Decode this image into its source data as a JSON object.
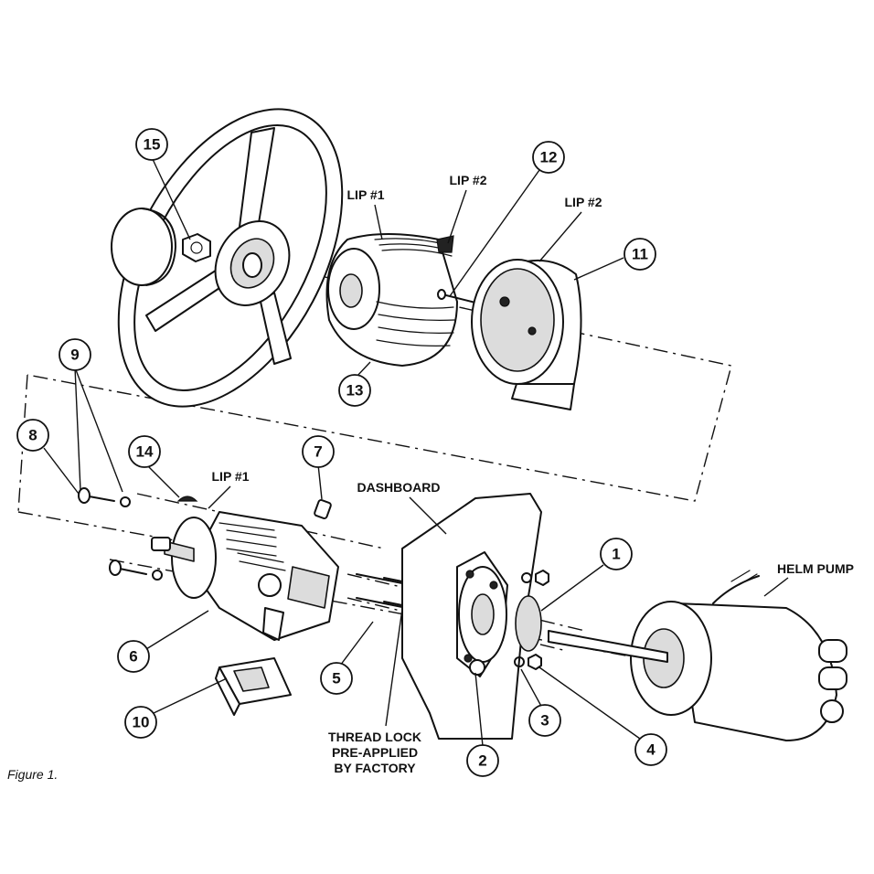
{
  "figure": {
    "caption": "Figure 1."
  },
  "labels": {
    "lip1_top": "LIP #1",
    "lip2_top": "LIP #2",
    "lip2_bezel": "LIP #2",
    "lip1_helm": "LIP #1",
    "dashboard": "DASHBOARD",
    "helm_pump": "HELM PUMP",
    "thread_lock_line1": "THREAD LOCK",
    "thread_lock_line2": "PRE-APPLIED",
    "thread_lock_line3": "BY FACTORY"
  },
  "callouts": [
    "1",
    "2",
    "3",
    "4",
    "5",
    "6",
    "7",
    "8",
    "9",
    "10",
    "11",
    "12",
    "13",
    "14",
    "15"
  ]
}
